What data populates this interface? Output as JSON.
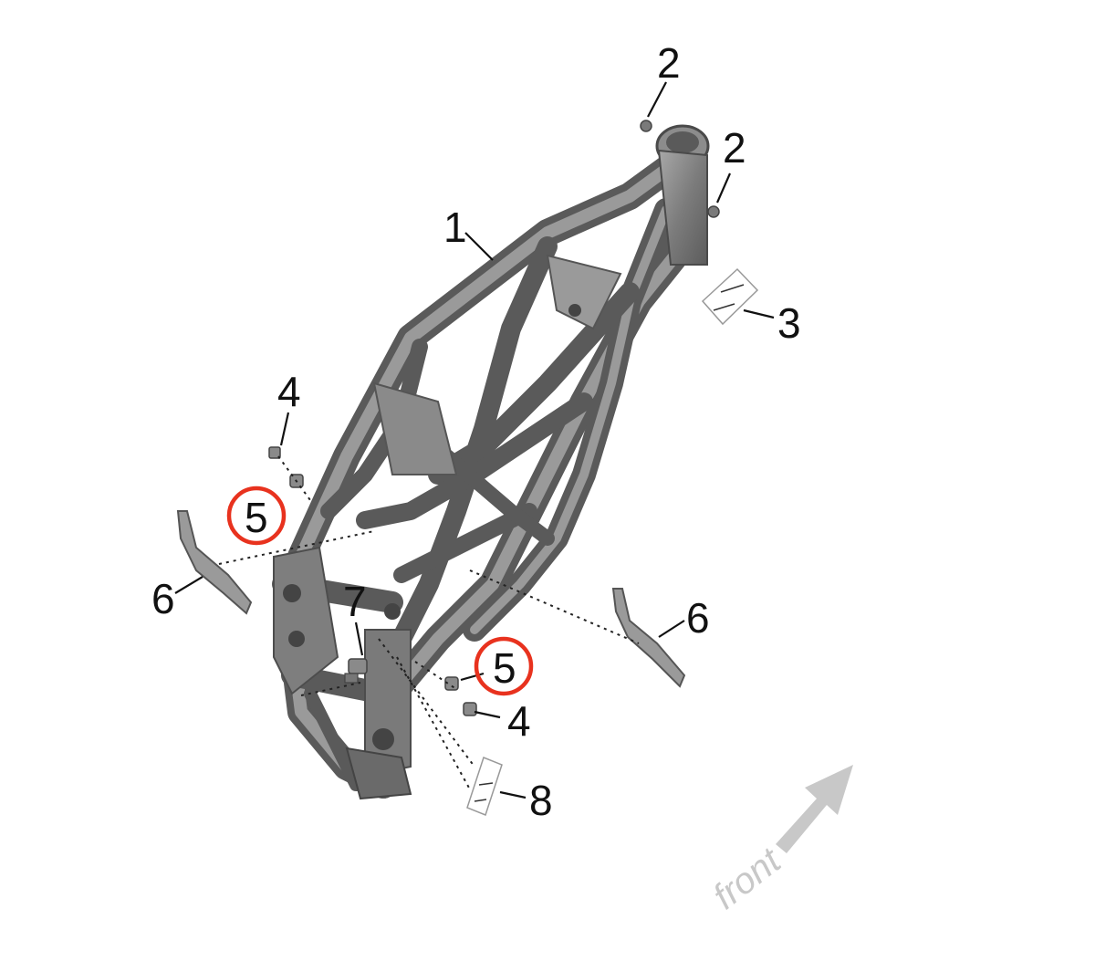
{
  "callouts": [
    {
      "id": "c2a",
      "label": "2"
    },
    {
      "id": "c2b",
      "label": "2"
    },
    {
      "id": "c1",
      "label": "1"
    },
    {
      "id": "c3",
      "label": "3"
    },
    {
      "id": "c4a",
      "label": "4"
    },
    {
      "id": "c5a",
      "label": "5"
    },
    {
      "id": "c6a",
      "label": "6"
    },
    {
      "id": "c7",
      "label": "7"
    },
    {
      "id": "c6b",
      "label": "6"
    },
    {
      "id": "c5b",
      "label": "5"
    },
    {
      "id": "c4b",
      "label": "4"
    },
    {
      "id": "c8",
      "label": "8"
    }
  ],
  "highlight_color": "#e8321e",
  "frame_color": "#7a7a7a",
  "direction_label": "front",
  "direction_arrow_color": "#c8c8c8"
}
